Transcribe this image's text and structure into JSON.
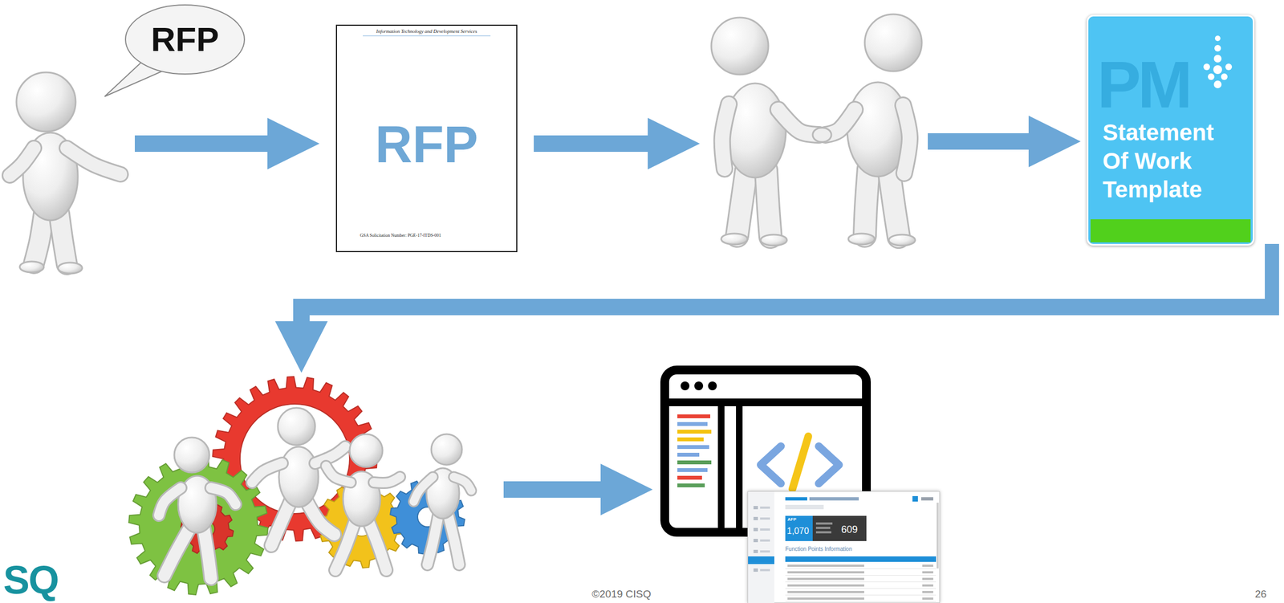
{
  "diagram": {
    "nodes": [
      {
        "text": [
          "RFP"
        ]
      },
      {
        "text": [
          "Information Technology and Development Services",
          "RFP",
          "GSA Solicitation Number: PGE-17-ITDS-001"
        ]
      },
      {
        "text": [
          "PM",
          "Statement Of Work Template"
        ]
      },
      {
        "text": [
          "AFP",
          "1,070",
          "609",
          "Function Points Information"
        ]
      }
    ],
    "labels": [
      "SQ",
      "©2019 CISQ",
      "26"
    ]
  }
}
